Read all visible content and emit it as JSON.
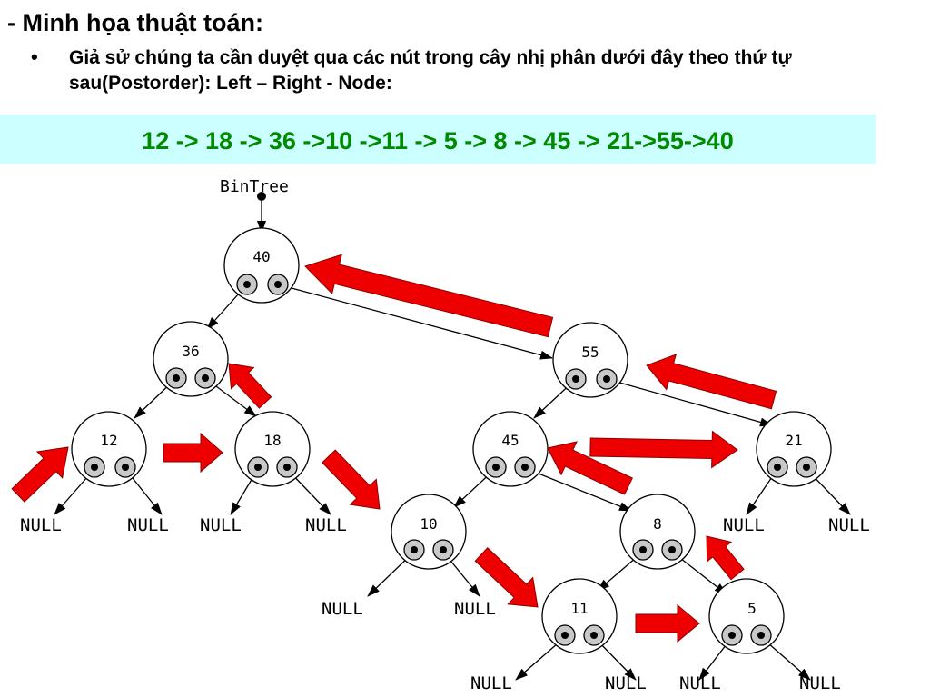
{
  "heading": "- Minh họa thuật toán:",
  "bullet_mark": "•",
  "description": "Giả sử chúng ta cần duyệt qua các nút trong cây nhị phân dưới đây theo thứ tự sau(Postorder): Left –  Right - Node:",
  "sequence": "12 -> 18 -> 36 ->10 ->11 -> 5 -> 8 -> 45 -> 21->55->40",
  "colors": {
    "sequence_text": "#008a00",
    "sequence_background": "#ccffff",
    "arrow_fill": "#ee0000"
  },
  "tree": {
    "root_label": "BinTree",
    "null_label": "NULL",
    "nodes": {
      "n40": "40",
      "n36": "36",
      "n55": "55",
      "n12": "12",
      "n18": "18",
      "n45": "45",
      "n21": "21",
      "n10": "10",
      "n8": "8",
      "n11": "11",
      "n5": "5"
    },
    "edges": [
      [
        "40",
        "36"
      ],
      [
        "40",
        "55"
      ],
      [
        "36",
        "12"
      ],
      [
        "36",
        "18"
      ],
      [
        "55",
        "45"
      ],
      [
        "55",
        "21"
      ],
      [
        "45",
        "10"
      ],
      [
        "45",
        "8"
      ],
      [
        "8",
        "11"
      ],
      [
        "8",
        "5"
      ]
    ],
    "traversal_order": [
      "12",
      "18",
      "36",
      "10",
      "11",
      "5",
      "8",
      "45",
      "21",
      "55",
      "40"
    ]
  }
}
